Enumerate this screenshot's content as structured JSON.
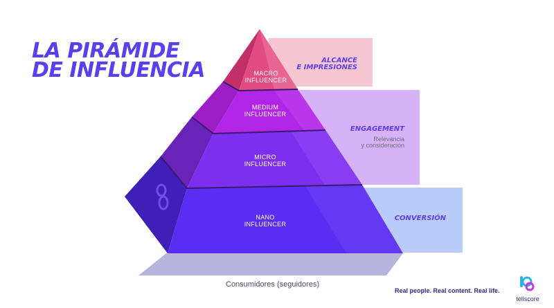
{
  "title": {
    "line1": "LA PIRÁMIDE",
    "line2": "DE INFLUENCIA"
  },
  "levels": [
    {
      "line1": "MACRO",
      "line2": "INFLUENCER"
    },
    {
      "line1": "MEDIUM",
      "line2": "INFLUENCER"
    },
    {
      "line1": "MICRO",
      "line2": "INFLUENCER"
    },
    {
      "line1": "NANO",
      "line2": "INFLUENCER"
    }
  ],
  "objectives": {
    "reach": {
      "line1": "ALCANCE",
      "line2": "E IMPRESIONES"
    },
    "engagement": {
      "title": "ENGAGEMENT",
      "sub1": "Relevancia",
      "sub2": "y consideración"
    },
    "conversion": {
      "title": "CONVERSIÓN"
    }
  },
  "footer": {
    "base_label": "Consumidores (seguidores)",
    "tagline": "Real people. Real content. Real life.",
    "brand": "tellscore"
  },
  "colors": {
    "title": "#5b3ef0",
    "reach_band": "#f7c6d3",
    "engagement_band": "#d6b3f8",
    "conversion_band": "#b9ccfb",
    "macro": "#e24c83",
    "medium": "#b225e6",
    "micro": "#7d2ff0",
    "nano": "#5a2df2"
  }
}
